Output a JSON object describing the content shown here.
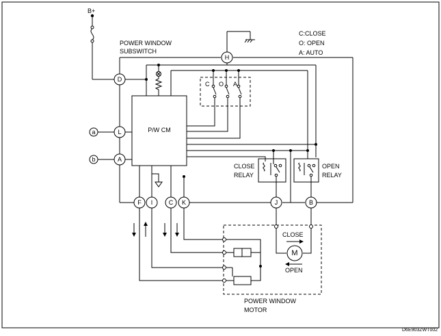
{
  "battery_label": "B+",
  "subswitch_label": [
    "POWER WINDOW",
    "SUBSWITCH"
  ],
  "legend": [
    "C:CLOSE",
    "O: OPEN",
    "A: AUTO"
  ],
  "switch_letters": [
    "C",
    "O",
    "A"
  ],
  "control_module_label": "P/W CM",
  "close_relay_label": [
    "CLOSE",
    "RELAY"
  ],
  "open_relay_label": [
    "OPEN",
    "RELAY"
  ],
  "terminals": {
    "D": "D",
    "H": "H",
    "L": "L",
    "A": "A",
    "F": "F",
    "I": "I",
    "C": "C",
    "K": "K",
    "J": "J",
    "B": "B"
  },
  "side_inputs": {
    "a": "a",
    "b": "b"
  },
  "motor_symbol": "M",
  "motor_close_label": "CLOSE",
  "motor_open_label": "OPEN",
  "motor_label": [
    "POWER WINDOW",
    "MOTOR"
  ],
  "figure_code": "D6E903ZWT002"
}
